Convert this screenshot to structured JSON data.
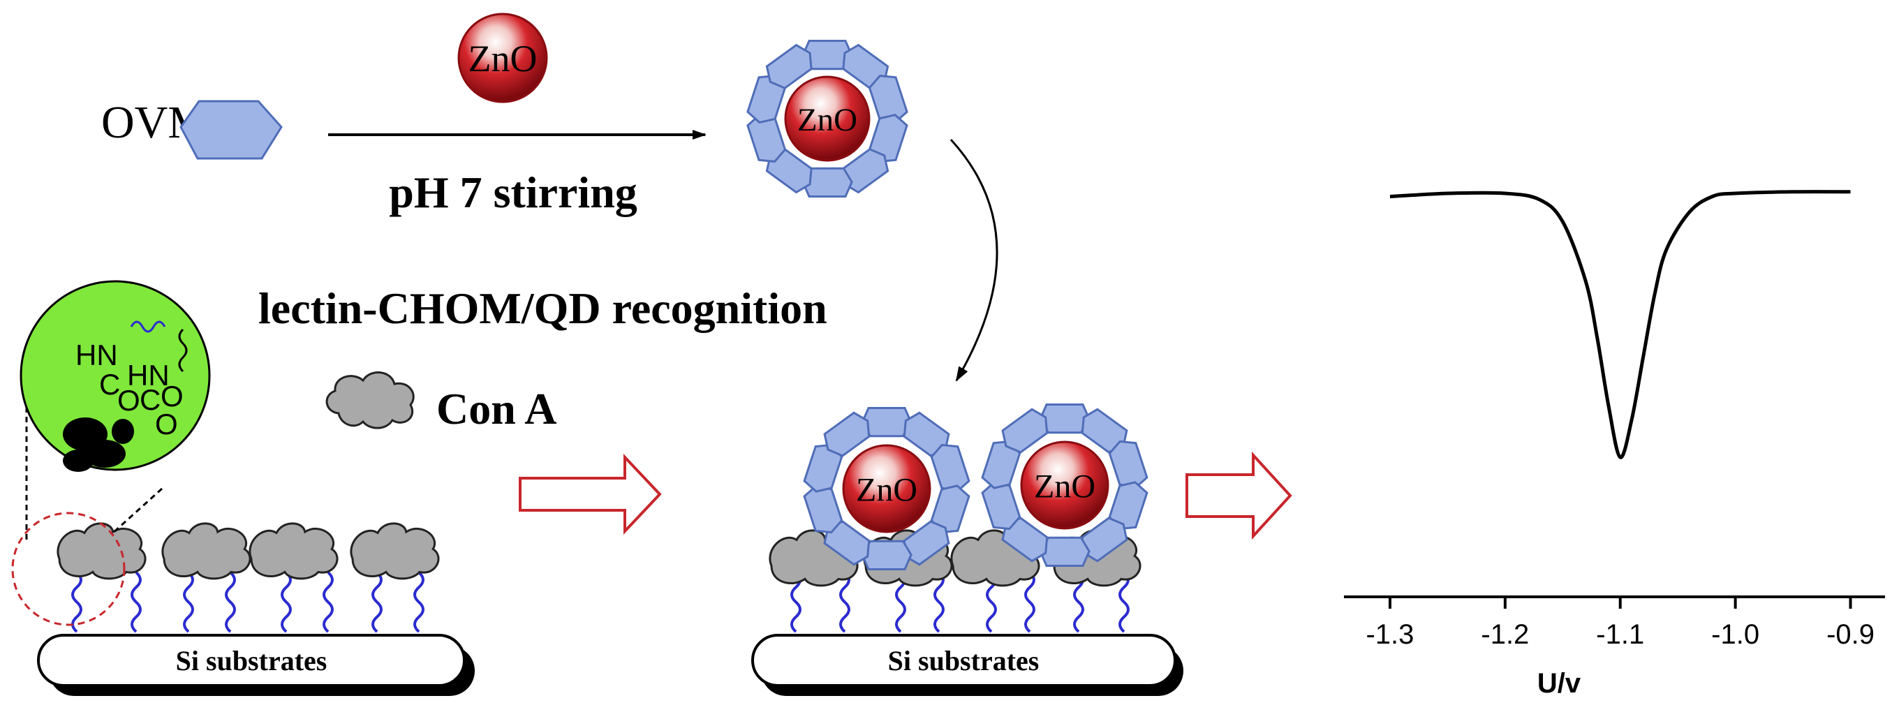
{
  "labels": {
    "ovm": "OVM",
    "zno": "ZnO",
    "stirring": "pH 7 stirring",
    "recognition": "lectin-CHOM/QD recognition",
    "cona": "Con A",
    "substrate": "Si substrates"
  },
  "inset_chem": [
    "HN",
    "C",
    "O",
    "HN",
    "C",
    "O",
    "O"
  ],
  "colors": {
    "ovm_fill": "#9fb4e6",
    "ovm_stroke": "#4f6db8",
    "zno_red": "#c9141c",
    "con_a_fill": "#a9a9a9",
    "inset_green": "#7fe83a",
    "linker_blue": "#2b2bd1",
    "open_arrow": "#c8262b",
    "dashed_circle": "#c8262b"
  },
  "chart_data": {
    "type": "line",
    "title": "",
    "xlabel": "U/v",
    "ylabel": "",
    "xlim": [
      -1.34,
      -0.87
    ],
    "ylim": [
      0,
      1
    ],
    "grid": false,
    "x_ticks": [
      -1.3,
      -1.2,
      -1.1,
      -1.0,
      -0.9
    ],
    "tick_labels": [
      "-1.3",
      "-1.2",
      "-1.1",
      "-1.0",
      "-0.9"
    ],
    "series": [
      {
        "x": [
          -1.3,
          -1.25,
          -1.2,
          -1.17,
          -1.15,
          -1.13,
          -1.12,
          -1.11,
          -1.1,
          -1.09,
          -1.08,
          -1.07,
          -1.06,
          -1.04,
          -1.02,
          -1.0,
          -0.95,
          -0.9
        ],
        "values": [
          0.93,
          0.94,
          0.94,
          0.92,
          0.85,
          0.66,
          0.48,
          0.26,
          0.1,
          0.22,
          0.42,
          0.62,
          0.76,
          0.88,
          0.93,
          0.94,
          0.945,
          0.945
        ]
      }
    ]
  }
}
